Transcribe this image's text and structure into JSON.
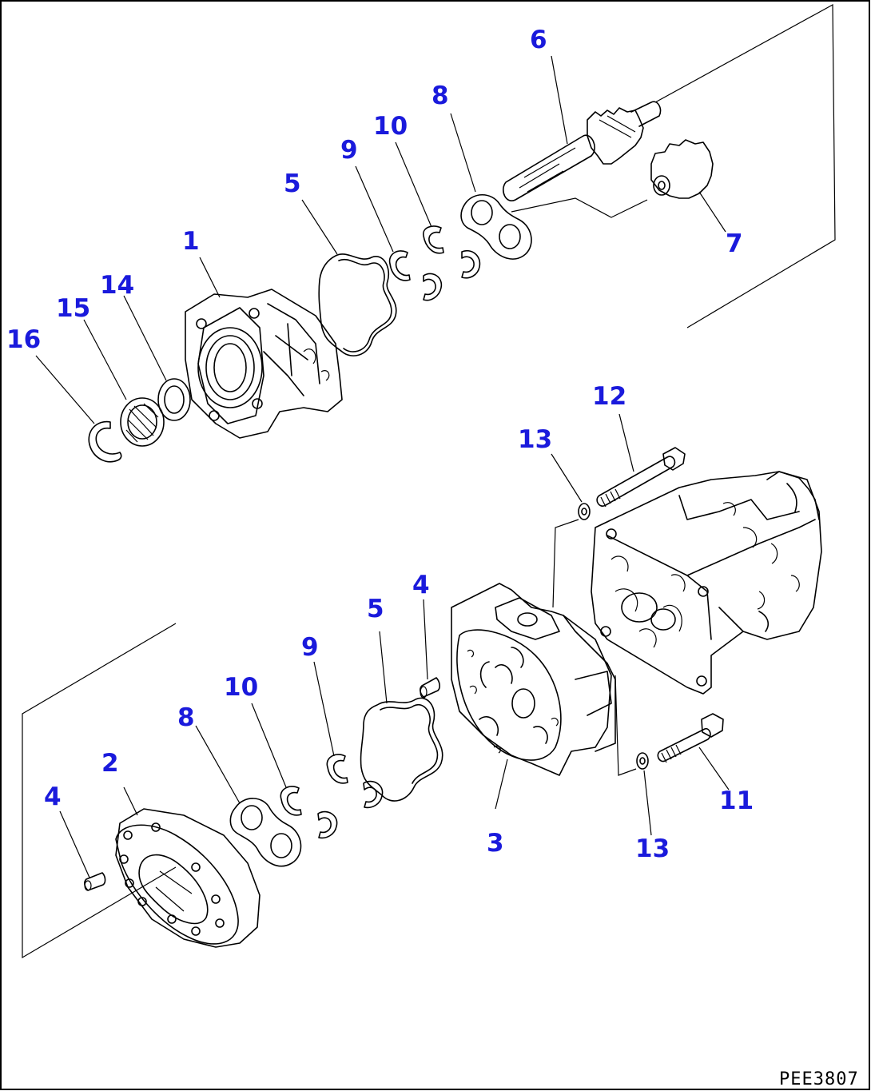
{
  "diagram": {
    "code": "PEE3807",
    "callout_color": "#1a1adc",
    "line_color": "#000000",
    "callouts": [
      {
        "id": "c1",
        "label": "1"
      },
      {
        "id": "c2",
        "label": "2"
      },
      {
        "id": "c3",
        "label": "3"
      },
      {
        "id": "c4a",
        "label": "4"
      },
      {
        "id": "c4b",
        "label": "4"
      },
      {
        "id": "c5a",
        "label": "5"
      },
      {
        "id": "c5b",
        "label": "5"
      },
      {
        "id": "c6",
        "label": "6"
      },
      {
        "id": "c7",
        "label": "7"
      },
      {
        "id": "c8a",
        "label": "8"
      },
      {
        "id": "c8b",
        "label": "8"
      },
      {
        "id": "c9a",
        "label": "9"
      },
      {
        "id": "c9b",
        "label": "9"
      },
      {
        "id": "c10a",
        "label": "10"
      },
      {
        "id": "c10b",
        "label": "10"
      },
      {
        "id": "c11",
        "label": "11"
      },
      {
        "id": "c12",
        "label": "12"
      },
      {
        "id": "c13a",
        "label": "13"
      },
      {
        "id": "c13b",
        "label": "13"
      },
      {
        "id": "c14",
        "label": "14"
      },
      {
        "id": "c15",
        "label": "15"
      },
      {
        "id": "c16",
        "label": "16"
      }
    ]
  }
}
